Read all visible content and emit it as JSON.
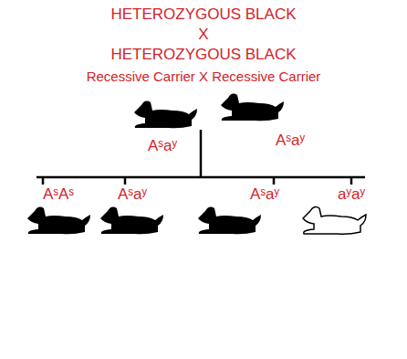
{
  "diagram": {
    "labels": [
      "HETEROZYGOUS BLACK",
      "X",
      "HETEROZYGOUS BLACK",
      "Recessive Carrier X Recessive Carrier",
      "Aˢaʸ",
      "Aˢaʸ",
      "AˢAˢ",
      "Aˢaʸ",
      "Aˢaʸ",
      "aʸaʸ"
    ]
  }
}
